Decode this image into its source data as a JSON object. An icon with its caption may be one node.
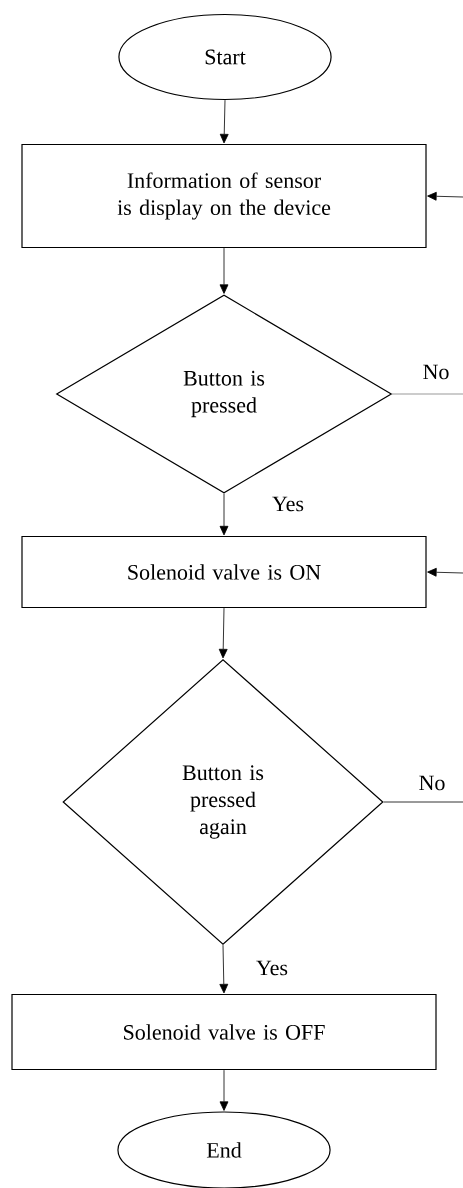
{
  "diagram": {
    "nodes": [
      {
        "text": [
          "Start"
        ]
      },
      {
        "text": [
          "Information of sensor is display on the device"
        ]
      },
      {
        "text": [
          "Button is pressed"
        ]
      },
      {
        "text": [
          "Solenoid valve is ON"
        ]
      },
      {
        "text": [
          "Button is pressed again"
        ]
      },
      {
        "text": [
          "Solenoid valve is OFF"
        ]
      },
      {
        "text": [
          "End"
        ]
      }
    ],
    "edges": [
      {
        "from": 0,
        "to": 1,
        "arrow": "to"
      },
      {
        "from": 1,
        "to": 2,
        "arrow": "to"
      },
      {
        "from": 2,
        "to": 3,
        "arrow": "to",
        "label": "Yes"
      },
      {
        "from": 3,
        "to": 4,
        "arrow": "to"
      },
      {
        "from": 4,
        "to": 5,
        "arrow": "to",
        "label": "Yes"
      },
      {
        "from": 5,
        "to": 6,
        "arrow": "to"
      },
      {
        "from": 2,
        "to": null,
        "arrow": "none",
        "label": "No"
      },
      {
        "from": null,
        "to": 1,
        "arrow": "to"
      },
      {
        "from": 4,
        "to": null,
        "arrow": "none",
        "label": "No"
      },
      {
        "from": null,
        "to": 3,
        "arrow": "to"
      }
    ]
  }
}
